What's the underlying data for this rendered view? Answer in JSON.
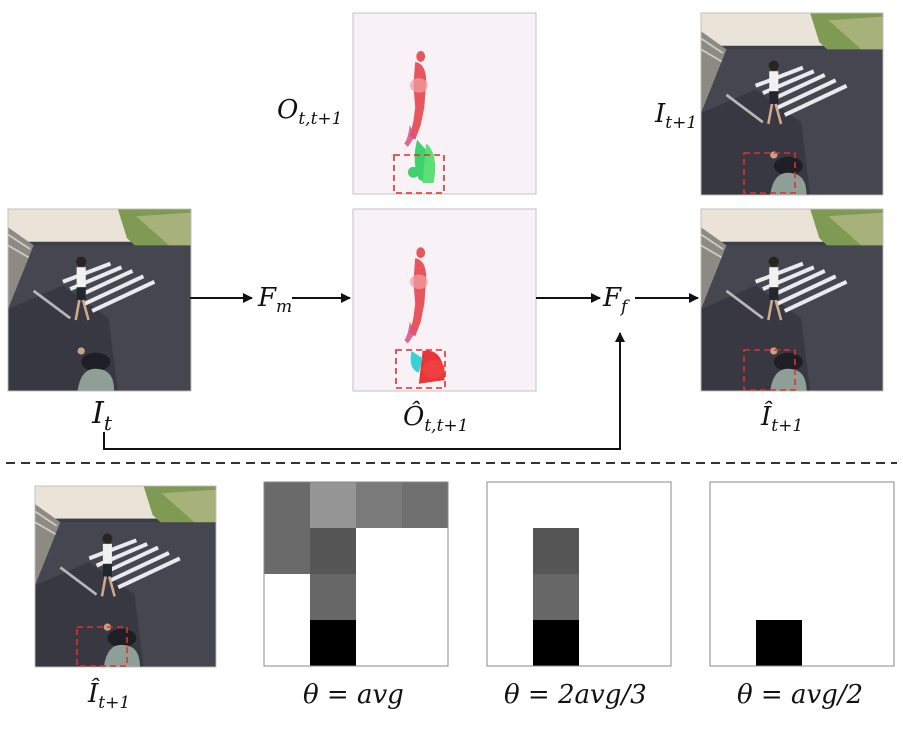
{
  "labels": {
    "O_t_t1": "O",
    "O_t_t1_sub": "t,t+1",
    "I_t1": "I",
    "I_t1_sub": "t+1",
    "I_t": "I",
    "I_t_sub": "t",
    "F_m": "F",
    "F_m_sub": "m",
    "F_f": "F",
    "F_f_sub": "f",
    "Ohat_t_t1": "Ô",
    "Ohat_t_t1_sub": "t,t+1",
    "Ihat_t1": "Î",
    "Ihat_t1_sub": "t+1",
    "Ihat_bottom": "Î",
    "Ihat_bottom_sub": "t+1",
    "theta_avg": "θ = avg",
    "theta_2avg3": "θ = 2avg/3",
    "theta_avg2": "θ = avg/2"
  },
  "grids": {
    "avg": [
      [
        "#6a6a6a",
        "#959595",
        "#7a7a7a",
        "#6f6f6f"
      ],
      [
        "#6a6a6a",
        "#565656",
        "#ffffff",
        "#ffffff"
      ],
      [
        "#ffffff",
        "#676767",
        "#ffffff",
        "#ffffff"
      ],
      [
        "#ffffff",
        "#000000",
        "#ffffff",
        "#ffffff"
      ]
    ],
    "two_avg_3": [
      [
        "#ffffff",
        "#ffffff",
        "#ffffff",
        "#ffffff"
      ],
      [
        "#ffffff",
        "#565656",
        "#ffffff",
        "#ffffff"
      ],
      [
        "#ffffff",
        "#676767",
        "#ffffff",
        "#ffffff"
      ],
      [
        "#ffffff",
        "#000000",
        "#ffffff",
        "#ffffff"
      ]
    ],
    "avg_2": [
      [
        "#ffffff",
        "#ffffff",
        "#ffffff",
        "#ffffff"
      ],
      [
        "#ffffff",
        "#ffffff",
        "#ffffff",
        "#ffffff"
      ],
      [
        "#ffffff",
        "#ffffff",
        "#ffffff",
        "#ffffff"
      ],
      [
        "#ffffff",
        "#000000",
        "#ffffff",
        "#ffffff"
      ]
    ]
  },
  "colors": {
    "arrow": "#111111",
    "dashed_box": "#e0302a",
    "divider": "#333333",
    "flow_red": "#e8565d",
    "flow_green": "#3fd26b",
    "flow_cyan": "#37d1d6"
  },
  "icons": [
    "street-photo",
    "optical-flow-map",
    "mask-grid"
  ]
}
